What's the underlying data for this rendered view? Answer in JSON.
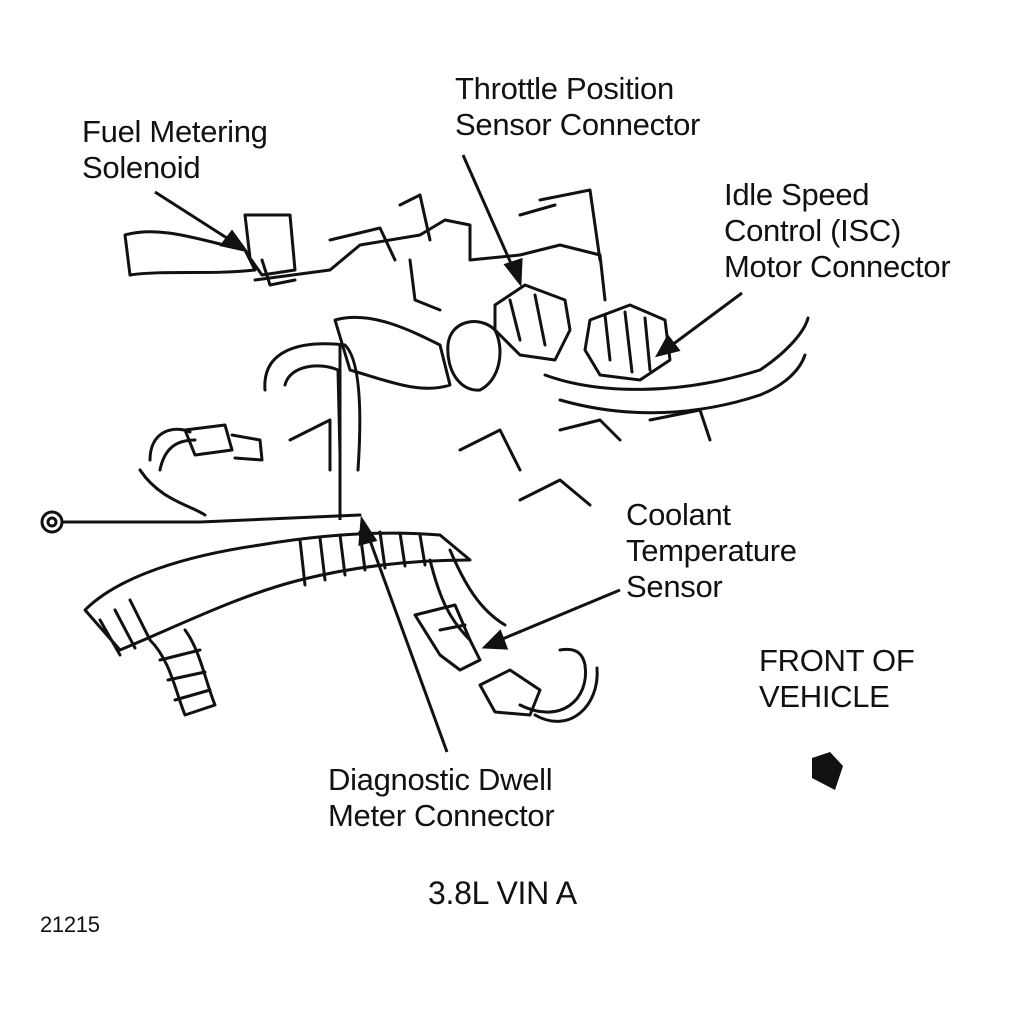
{
  "labels": {
    "fuel_metering_solenoid": [
      "Fuel Metering",
      "Solenoid"
    ],
    "throttle_position_sensor_connector": [
      "Throttle Position",
      "Sensor Connector"
    ],
    "idle_speed_control_motor_connector": [
      "Idle Speed",
      "Control (ISC)",
      "Motor Connector"
    ],
    "coolant_temperature_sensor": [
      "Coolant",
      "Temperature",
      "Sensor"
    ],
    "front_of_vehicle": [
      "FRONT OF",
      "VEHICLE"
    ],
    "diagnostic_dwell_meter_connector": [
      "Diagnostic Dwell",
      "Meter Connector"
    ]
  },
  "engine_caption": "3.8L VIN A",
  "figure_number": "21215",
  "colors": {
    "ink": "#111111",
    "background": "#ffffff"
  }
}
